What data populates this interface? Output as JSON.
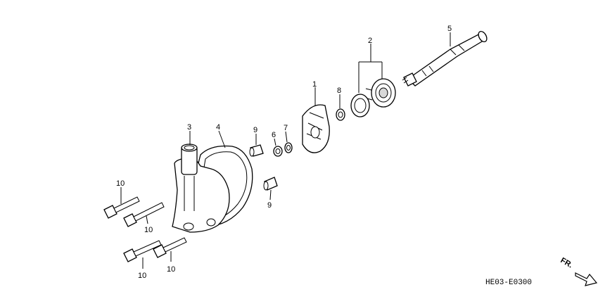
{
  "diagram": {
    "callouts": {
      "c1": "1",
      "c2": "2",
      "c3": "3",
      "c4": "4",
      "c5": "5",
      "c6": "6",
      "c7": "7",
      "c8": "8",
      "c9a": "9",
      "c9b": "9",
      "c10a": "10",
      "c10b": "10",
      "c10c": "10",
      "c10d": "10"
    },
    "part_code": "HE03-E0300",
    "direction_label": "FR."
  }
}
